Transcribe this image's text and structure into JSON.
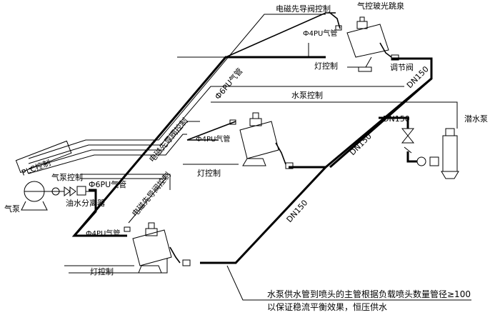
{
  "labels": {
    "solenoid_valve_top": "电磁先导阀控制",
    "solenoid_valve_mid": "电磁先导阀控制",
    "solenoid_valve_bottom": "电磁先导阀控制",
    "fountain_top": "气控玻光跳泉",
    "air_pipe_4pu_top": "Ф4PU气管",
    "air_pipe_4pu_mid": "Ф4PU气管",
    "air_pipe_4pu_bottom": "Ф4PU气管",
    "air_pipe_6pu_diag": "Ф6PU气管",
    "air_pipe_6pu_left": "Ф6PU气管",
    "light_control_top": "灯控制",
    "light_control_mid": "灯控制",
    "light_control_bottom": "灯控制",
    "regulating_valve": "调节阀",
    "water_pump_control": "水泵控制",
    "plc_control": "PLC控制",
    "air_pump_control": "气泵控制",
    "oil_water_separator": "油水分离器",
    "air_pump": "气泵",
    "submersible_pump": "潜水泵",
    "dn150_top": "DN150",
    "dn150_right": "DN150",
    "dn150_diag": "DN150",
    "dn150_left": "DN150",
    "note_line1": "水泵供水管到喷头的主管根据负载喷头数量管径≥100",
    "note_line2": "以保证稳流平衡效果，恒压供水"
  }
}
